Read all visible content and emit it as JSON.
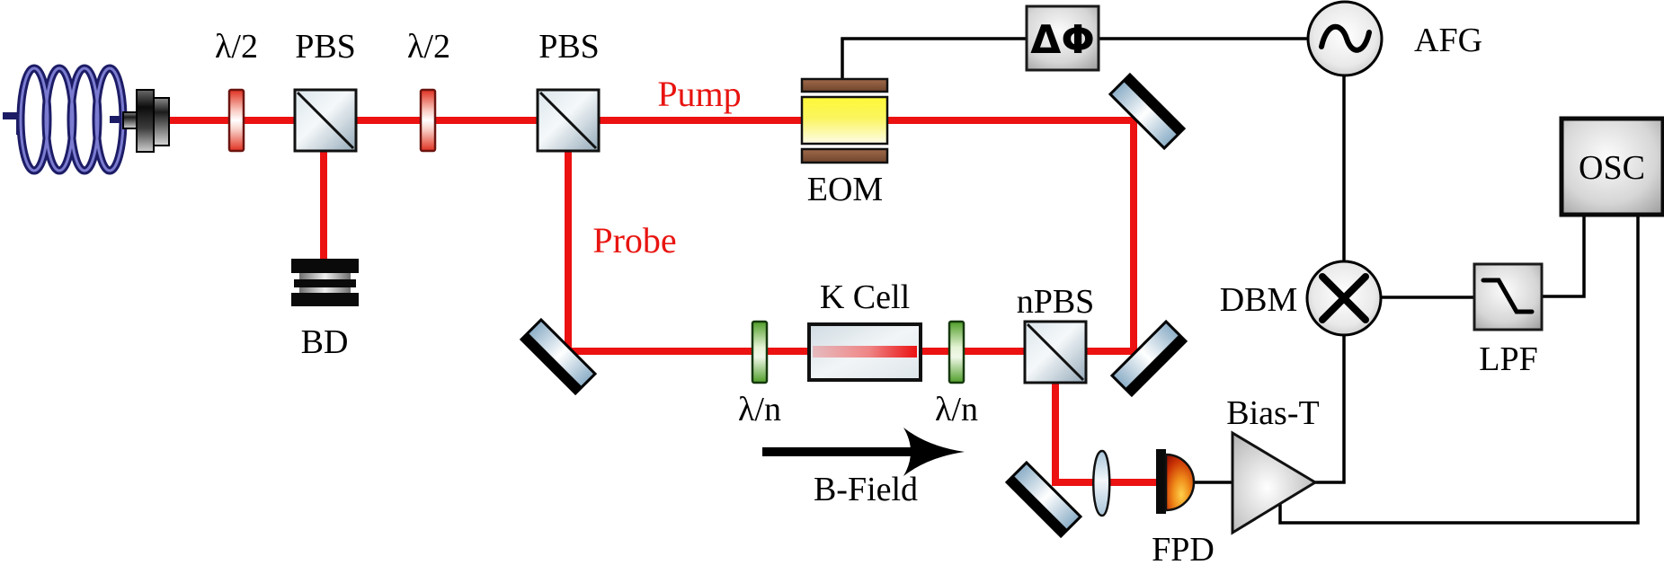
{
  "labels": {
    "waveplate_half_1": "λ/2",
    "pbs_1": "PBS",
    "waveplate_half_2": "λ/2",
    "pbs_2": "PBS",
    "beam_dump": "BD",
    "pump": "Pump",
    "probe": "Probe",
    "eom": "EOM",
    "phase_shifter": "ΔΦ",
    "afg": "AFG",
    "k_cell": "K Cell",
    "waveplate_n_1": "λ/n",
    "waveplate_n_2": "λ/n",
    "npbs": "nPBS",
    "b_field": "B-Field",
    "fpd": "FPD",
    "bias_t": "Bias-T",
    "dbm": "DBM",
    "lpf": "LPF",
    "osc": "OSC"
  },
  "colors": {
    "beam": "#ec1212",
    "beam_label": "#e81410",
    "wire": "#000000",
    "fiber": "#1c1c66",
    "eom_crystal": "#fef838",
    "electrode": "#8a5c40",
    "waveplate_red": "#e0301f",
    "waveplate_green": "#4f9e28",
    "detector_glow": "#ef8c1a"
  }
}
